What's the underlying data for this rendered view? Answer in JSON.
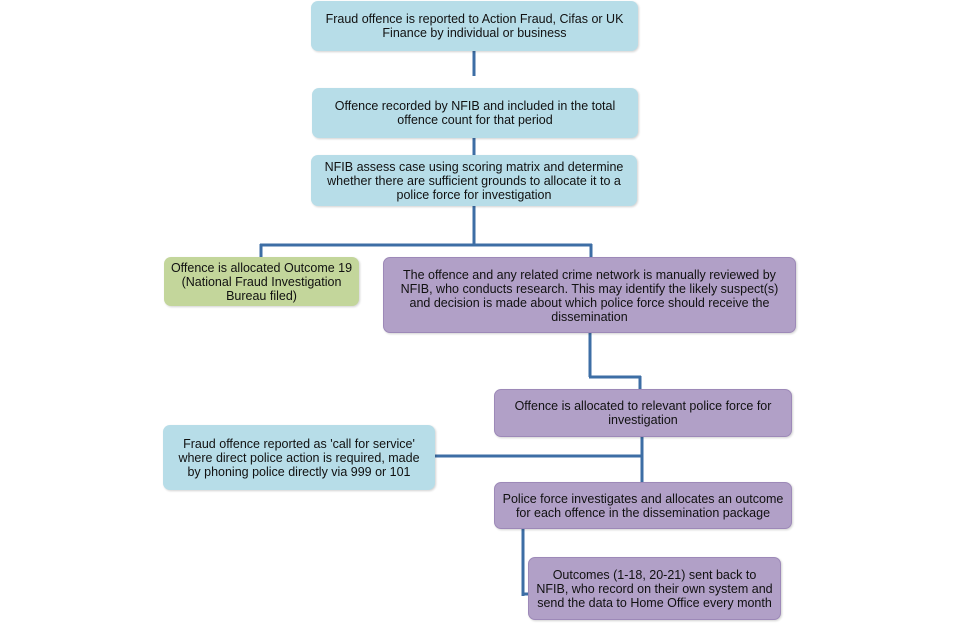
{
  "flowchart": {
    "nodes": [
      {
        "id": "n1",
        "color": "#b7dde8",
        "lines": [
          "Fraud offence is reported to Action Fraud, Cifas or UK",
          "Finance by individual or business"
        ]
      },
      {
        "id": "n2",
        "color": "#b7dde8",
        "lines": [
          "Offence recorded by NFIB and included in the total",
          "offence count for that period"
        ]
      },
      {
        "id": "n3",
        "color": "#b7dde8",
        "lines": [
          "NFIB assess case using scoring matrix and determine",
          "whether there are sufficient grounds to allocate it to a",
          "police force for investigation"
        ]
      },
      {
        "id": "n4",
        "color": "#c3d69b",
        "lines": [
          "Offence is allocated Outcome 19",
          "(National Fraud Investigation",
          "Bureau filed)"
        ]
      },
      {
        "id": "n5",
        "color": "#b1a0c7",
        "lines": [
          "The offence and any related crime network is manually reviewed by",
          "NFIB, who conducts research. This may identify the likely suspect(s)",
          "and decision is made about which police force should receive the",
          "dissemination"
        ]
      },
      {
        "id": "n6",
        "color": "#b1a0c7",
        "lines": [
          "Offence is allocated to relevant police force for",
          "investigation"
        ]
      },
      {
        "id": "n7",
        "color": "#b7dde8",
        "lines": [
          "Fraud offence reported as 'call for service'",
          "where direct police action is required, made",
          "by phoning police directly via 999 or 101"
        ]
      },
      {
        "id": "n8",
        "color": "#b1a0c7",
        "lines": [
          "Police force investigates and allocates an outcome",
          "for each offence in the dissemination package"
        ]
      },
      {
        "id": "n9",
        "color": "#b1a0c7",
        "lines": [
          "Outcomes (1-18, 20-21) sent back to",
          "NFIB, who record on their own system and",
          "send the data to Home Office every month"
        ]
      }
    ],
    "connector_color": "#3d6ea5"
  }
}
